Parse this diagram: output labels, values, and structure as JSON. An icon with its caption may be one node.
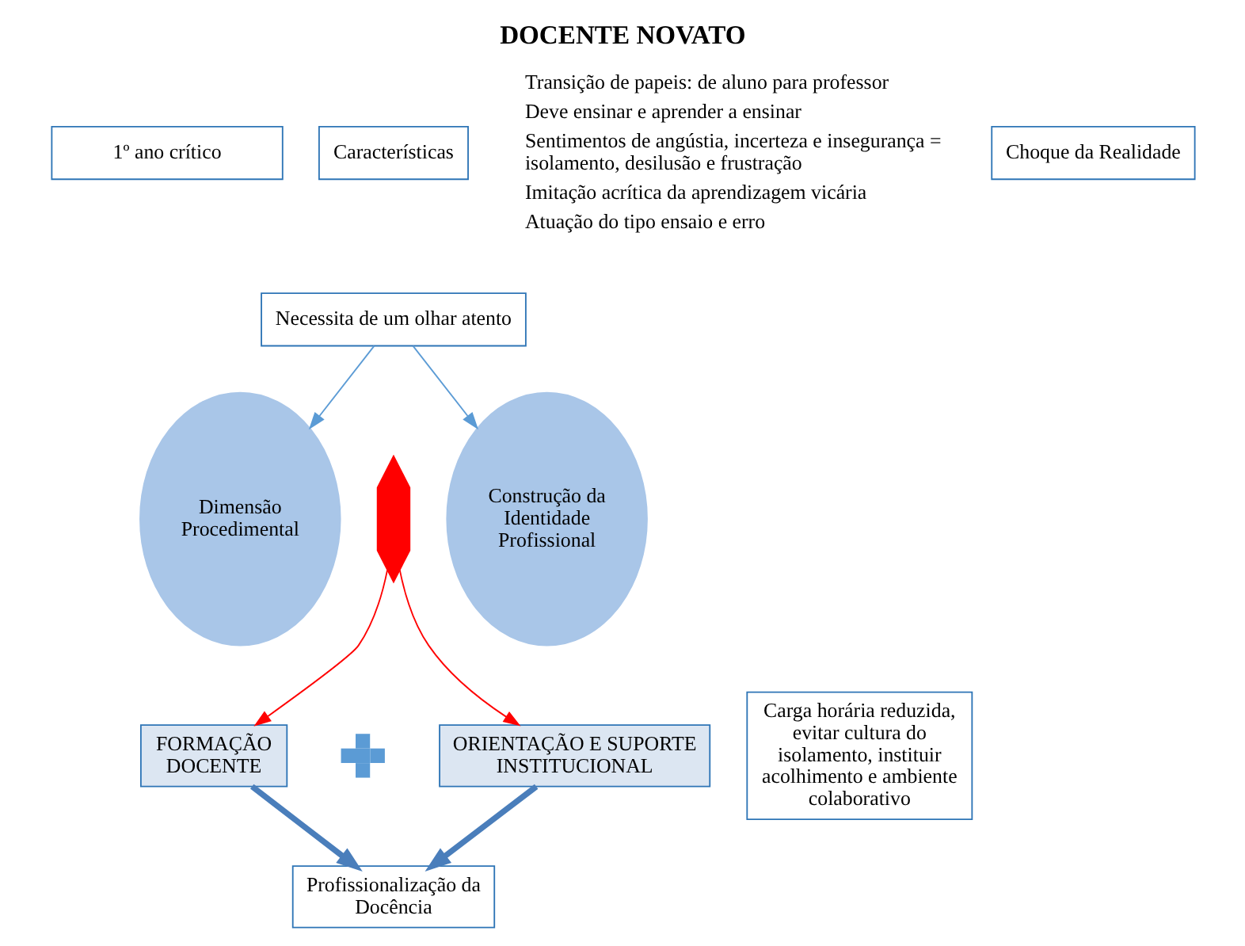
{
  "diagram": {
    "title": "DOCENTE NOVATO",
    "nodes": [
      {
        "text": [
          "1º ano crítico"
        ]
      },
      {
        "text": [
          "Características"
        ]
      },
      {
        "text": [
          "Choque da Realidade"
        ]
      },
      {
        "text": [
          "Necessita de um olhar atento"
        ]
      },
      {
        "text": [
          "Dimensão Procedimental"
        ]
      },
      {
        "text": [
          "Construção da Identidade Profissional"
        ]
      },
      {
        "text": [],
        "shape": "hexagon"
      },
      {
        "text": [
          "FORMAÇÃO DOCENTE"
        ]
      },
      {
        "text": [],
        "shape": "cross"
      },
      {
        "text": [
          "ORIENTAÇÃO E SUPORTE INSTITUCIONAL"
        ]
      },
      {
        "text": [
          "Carga horária reduzida, evitar cultura do isolamento, instituir acolhimento e ambiente colaborativo"
        ]
      },
      {
        "text": [
          "Profissionalização da Docência"
        ]
      }
    ],
    "edges": [
      {
        "from": 3,
        "to": 4,
        "arrow": "to",
        "color": "#5b9bd5"
      },
      {
        "from": 3,
        "to": 5,
        "arrow": "to",
        "color": "#5b9bd5"
      },
      {
        "from": 6,
        "to": 7,
        "arrow": "to",
        "color": "#ff0000"
      },
      {
        "from": 6,
        "to": 9,
        "arrow": "to",
        "color": "#ff0000"
      },
      {
        "from": 7,
        "to": 11,
        "arrow": "to",
        "style": "thick",
        "color": "#4a7ebb"
      },
      {
        "from": 9,
        "to": 11,
        "arrow": "to",
        "style": "thick",
        "color": "#4a7ebb"
      }
    ],
    "labels": [
      "Transição de papeis: de aluno para professor",
      "Deve ensinar e aprender a ensinar",
      "Sentimentos de angústia, incerteza e insegurança = isolamento, desilusão e frustração",
      "Imitação acrítica da aprendizagem vicária",
      "Atuação do tipo ensaio e erro"
    ]
  }
}
